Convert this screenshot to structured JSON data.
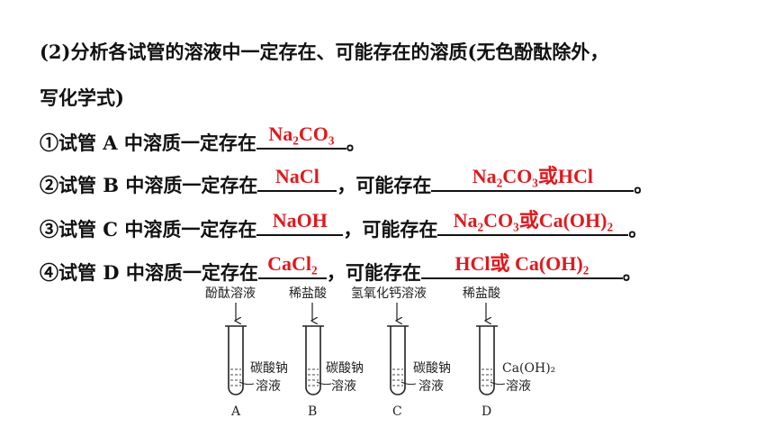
{
  "question": {
    "line1": "(2)分析各试管的溶液中一定存在、可能存在的溶质(无色酚酞除外，",
    "line2": "写化学式)"
  },
  "items": [
    {
      "prefix": "①试管 A 中溶质一定存在",
      "definite": "Na₂CO₃",
      "end": "。"
    },
    {
      "prefix": "②试管 B 中溶质一定存在",
      "definite": "NaCl",
      "mid": "，可能存在",
      "possible": "Na₂CO₃或HCl",
      "end": "。"
    },
    {
      "prefix": "③试管 C 中溶质一定存在",
      "definite": "NaOH",
      "mid": "，可能存在",
      "possible": "Na₂CO₃或Ca(OH)₂",
      "end": "。"
    },
    {
      "prefix": "④试管 D 中溶质一定存在",
      "definite": "CaCl₂",
      "mid": "，可能存在",
      "possible": "HCl或 Ca(OH)₂",
      "end": "。"
    }
  ],
  "diagram": {
    "reagents": [
      "酚酞溶液",
      "稀盐酸",
      "氢氧化钙溶液",
      "稀盐酸"
    ],
    "solutions": [
      {
        "l1": "碳酸钠",
        "l2": "溶液"
      },
      {
        "l1": "碳酸钠",
        "l2": "溶液"
      },
      {
        "l1": "碳酸钠",
        "l2": "溶液"
      },
      {
        "l1": "Ca(OH)₂",
        "l2": "溶液"
      }
    ],
    "labels": [
      "A",
      "B",
      "C",
      "D"
    ]
  }
}
